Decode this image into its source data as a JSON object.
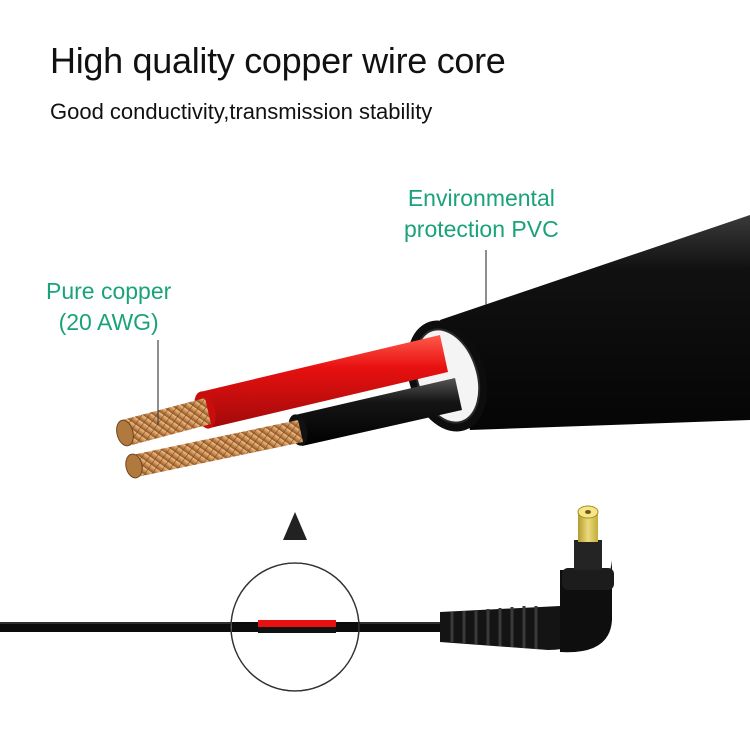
{
  "headline": "High quality copper wire core",
  "subheadline": "Good conductivity,transmission stability",
  "callouts": {
    "pvc": {
      "line1": "Environmental",
      "line2": "protection PVC"
    },
    "copper": {
      "line1": "Pure copper",
      "line2": "(20 AWG)"
    }
  },
  "colors": {
    "callout_text": "#1aa37a",
    "jacket": "#0a0a0a",
    "red_insulation": "#e81010",
    "copper": "#c98a4e",
    "plug_tip": "#e8d24a"
  },
  "icons": {
    "pointer": "up-triangle-icon"
  }
}
